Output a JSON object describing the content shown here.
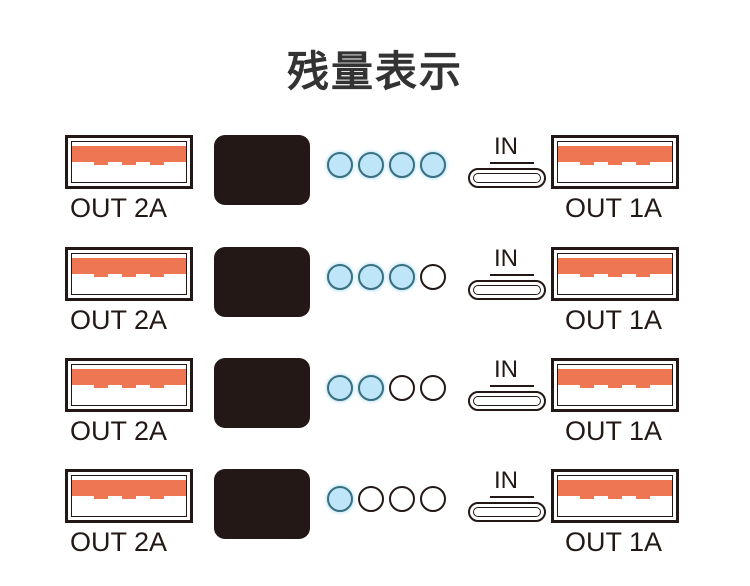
{
  "title": "残量表示",
  "colors": {
    "port_contact": "#ee7652",
    "led_on": "#bfe6f8",
    "outline": "#231815"
  },
  "rows": [
    {
      "left_label": "OUT 2A",
      "right_label": "OUT 1A",
      "input_label": "IN",
      "leds": [
        "on",
        "on",
        "on",
        "on"
      ],
      "charge_level": "4/4"
    },
    {
      "left_label": "OUT 2A",
      "right_label": "OUT 1A",
      "input_label": "IN",
      "leds": [
        "on",
        "on",
        "on",
        "off"
      ],
      "charge_level": "3/4"
    },
    {
      "left_label": "OUT 2A",
      "right_label": "OUT 1A",
      "input_label": "IN",
      "leds": [
        "on",
        "on",
        "off",
        "off"
      ],
      "charge_level": "2/4"
    },
    {
      "left_label": "OUT 2A",
      "right_label": "OUT 1A",
      "input_label": "IN",
      "leds": [
        "on",
        "off",
        "off",
        "off"
      ],
      "charge_level": "1/4"
    }
  ]
}
